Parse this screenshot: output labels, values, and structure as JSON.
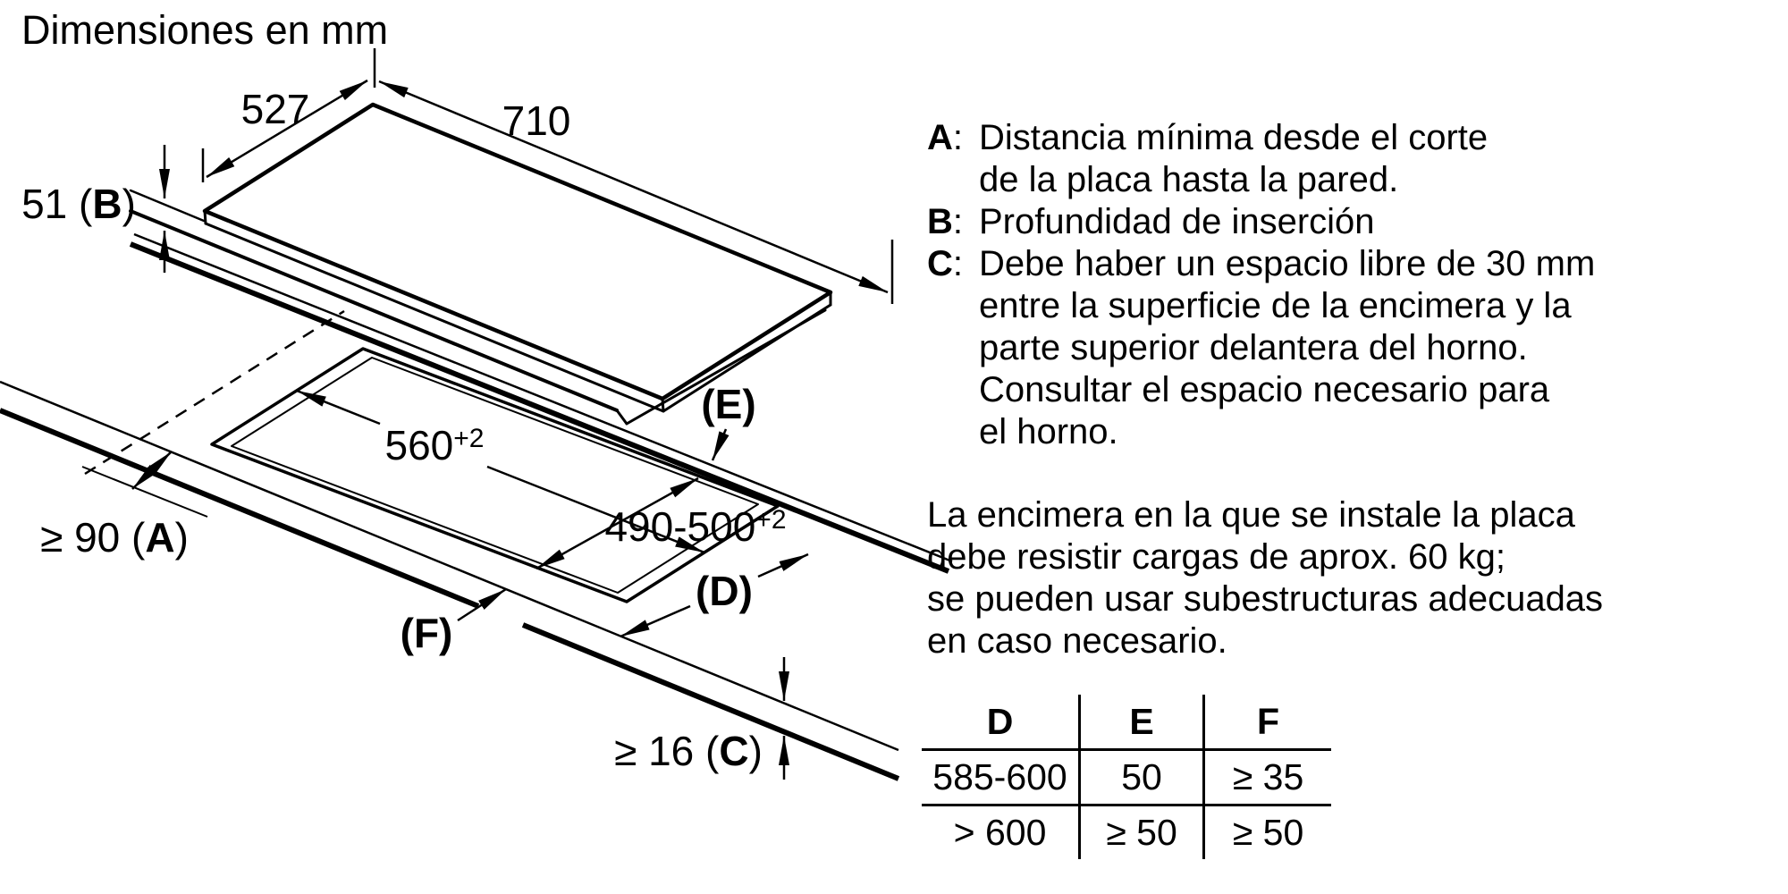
{
  "title": "Dimensiones en mm",
  "colors": {
    "line": "#000000",
    "background": "#ffffff"
  },
  "dims": {
    "top_width": "710",
    "top_depth": "527",
    "insert": {
      "prefix": "51 (",
      "letter": "B",
      "suffix": ")"
    },
    "cutout_width": {
      "base": "560",
      "sup": "+2"
    },
    "cutout_depth": {
      "base": "490-500",
      "sup": "+2"
    },
    "wall_distance": {
      "prefix": "≥ 90 (",
      "letter": "A",
      "suffix": ")"
    },
    "worktop_thickness": {
      "prefix": "≥ 16 (",
      "letter": "C",
      "suffix": ")"
    },
    "label_e": {
      "prefix": "(",
      "letter": "E",
      "suffix": ")"
    },
    "label_d": {
      "prefix": "(",
      "letter": "D",
      "suffix": ")"
    },
    "label_f": {
      "prefix": "(",
      "letter": "F",
      "suffix": ")"
    }
  },
  "legend": {
    "separator": ":",
    "items": [
      {
        "letter": "A",
        "lines": [
          "Distancia mínima desde el corte",
          "de la placa hasta la pared."
        ]
      },
      {
        "letter": "B",
        "lines": [
          "Profundidad de inserción"
        ]
      },
      {
        "letter": "C",
        "lines": [
          "Debe haber un espacio libre de 30 mm",
          "entre la superficie de la encimera y la",
          "parte superior delantera del horno.",
          "Consultar el espacio necesario para",
          "el horno."
        ]
      }
    ]
  },
  "note": {
    "lines": [
      "La encimera en la que se instale la placa",
      "debe resistir cargas de aprox. 60 kg;",
      "se pueden usar subestructuras adecuadas",
      "en caso necesario."
    ]
  },
  "table": {
    "headers": [
      "D",
      "E",
      "F"
    ],
    "rows": [
      [
        "585-600",
        "50",
        "≥ 35"
      ],
      [
        "> 600",
        "≥ 50",
        "≥ 50"
      ]
    ]
  }
}
